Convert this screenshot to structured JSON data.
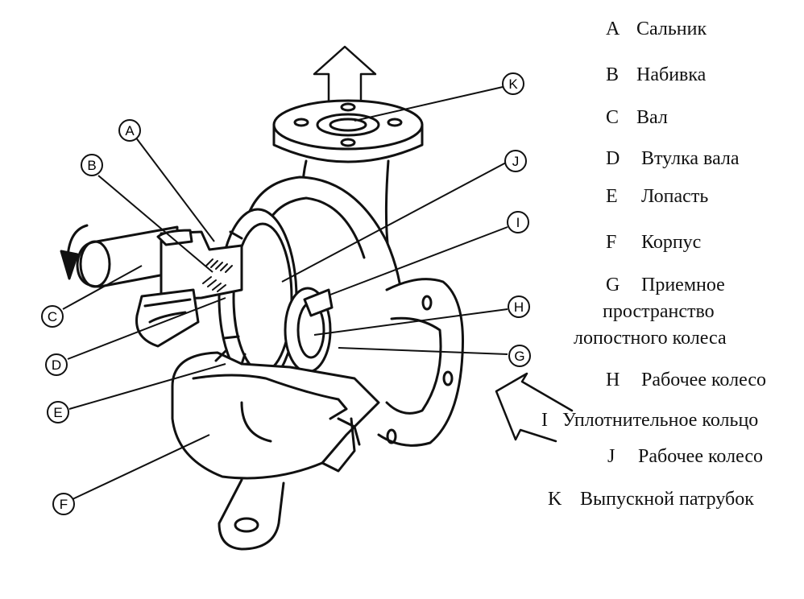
{
  "callouts": [
    "A",
    "B",
    "C",
    "D",
    "E",
    "F",
    "G",
    "H",
    "I",
    "J",
    "K"
  ],
  "legend": [
    {
      "letter": "A",
      "text": "Сальник"
    },
    {
      "letter": "B",
      "text": "Набивка"
    },
    {
      "letter": "C",
      "text": "Вал"
    },
    {
      "letter": "D",
      "text": "Втулка вала"
    },
    {
      "letter": "E",
      "text": "Лопасть"
    },
    {
      "letter": "F",
      "text": "Корпус"
    },
    {
      "letter": "G",
      "text": "Приемное",
      "line2": "пространство",
      "line3": "лопостного колеса"
    },
    {
      "letter": "H",
      "text": "Рабочее колесо"
    },
    {
      "letter": "I",
      "text": "Уплотнительное кольцо"
    },
    {
      "letter": "J",
      "text": "Рабочее колесо"
    },
    {
      "letter": "K",
      "text": "Выпускной патрубок"
    }
  ]
}
